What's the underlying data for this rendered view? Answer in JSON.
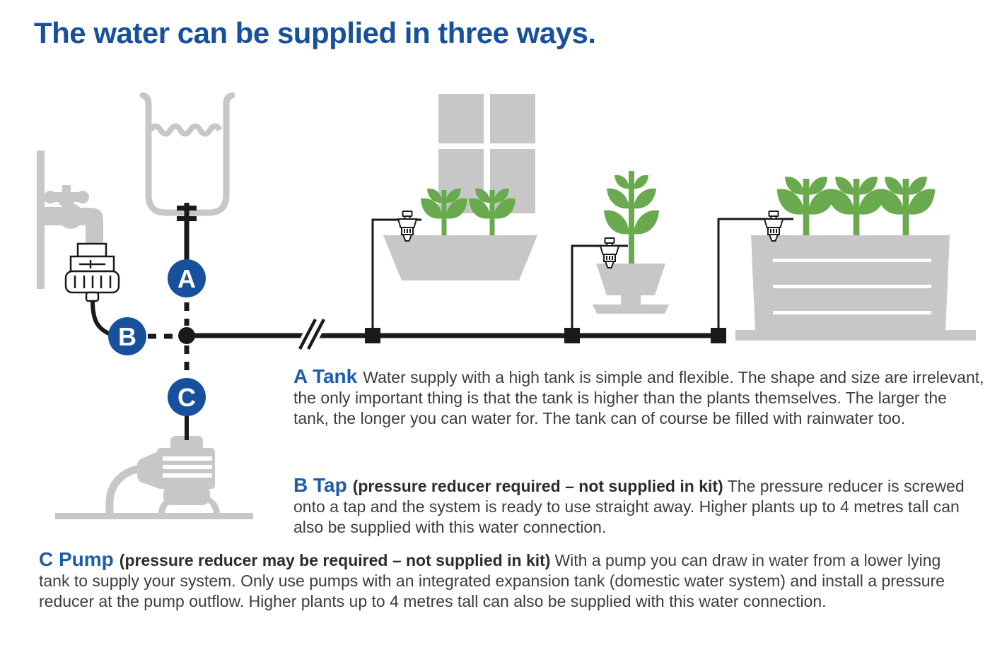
{
  "title": "The water can be supplied in three ways.",
  "colors": {
    "blue": "#17509c",
    "blue_bright": "#1d5bad",
    "green": "#69aa4e",
    "gray": "#c7c7c7",
    "line": "#1a1a1a",
    "text": "#3d3d3d",
    "text_bold": "#2d2d2d"
  },
  "diagram": {
    "labels": {
      "a": "A",
      "b": "B",
      "c": "C"
    }
  },
  "sections": {
    "a": {
      "heading": "A Tank",
      "body": "Water supply with a high tank is simple and flexible. The shape and size are irrelevant, the only important thing is that the tank is higher than the plants themselves. The larger the tank, the longer you can water for. The tank can of course be filled with rainwater too."
    },
    "b": {
      "heading": "B Tap",
      "bold_note": "(pressure reducer required – not supplied in kit)",
      "body": "The pressure reducer is screwed onto a tap and the system is ready to use straight away. Higher plants up to 4 metres tall can also be supplied with this water connection."
    },
    "c": {
      "heading": "C Pump",
      "bold_note": "(pressure reducer may be required – not supplied in kit)",
      "body": "With a pump you can draw in water from a lower lying tank to supply your system. Only use pumps with an integrated expansion tank (domestic water system) and install a pressure reducer at the pump outflow. Higher plants up to 4 metres tall can also be supplied with this water connection."
    }
  }
}
